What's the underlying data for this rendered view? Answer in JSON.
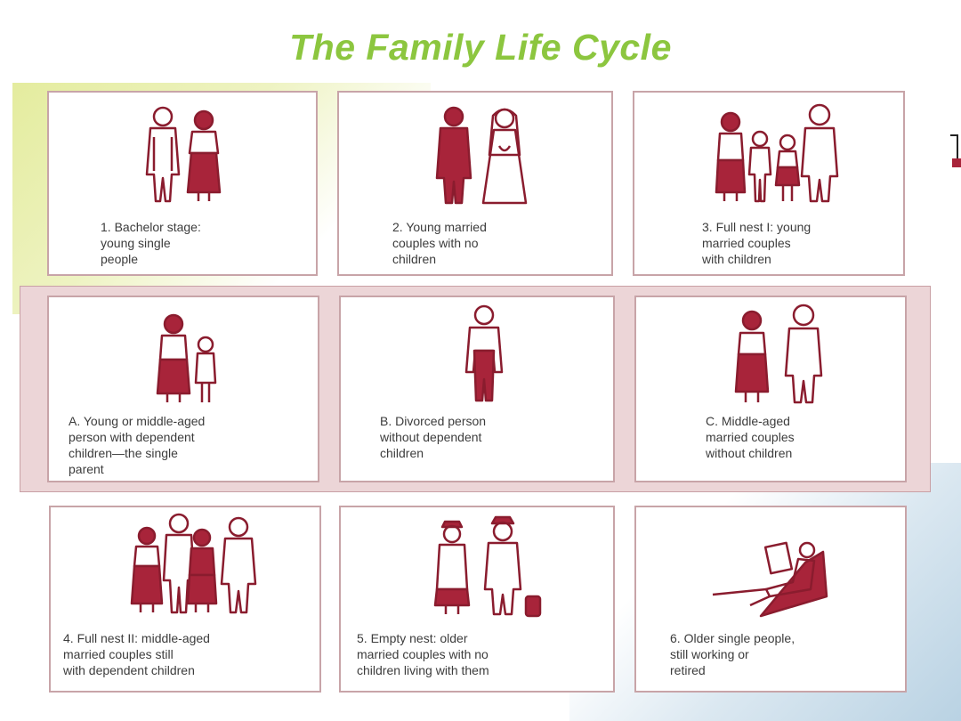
{
  "title": "The Family Life Cycle",
  "colors": {
    "title": "#8cc63f",
    "figure_fill": "#a8243a",
    "outline": "#8a1c2e",
    "band": "#ecd5d7"
  },
  "panels": [
    {
      "caption": "1. Bachelor stage:\nyoung single\npeople"
    },
    {
      "caption": "2. Young married\ncouples with no\nchildren"
    },
    {
      "caption": "3. Full nest I: young\nmarried couples\nwith children"
    },
    {
      "caption": "A. Young or middle-aged\nperson with dependent\nchildren—the single\nparent"
    },
    {
      "caption": "B. Divorced person\nwithout dependent\nchildren"
    },
    {
      "caption": "C. Middle-aged\nmarried couples\nwithout children"
    },
    {
      "caption": "4. Full nest II: middle-aged\nmarried couples still\nwith dependent children"
    },
    {
      "caption": "5. Empty nest: older\nmarried couples with no\nchildren living with them"
    },
    {
      "caption": "6. Older single people,\nstill working or\nretired"
    }
  ]
}
